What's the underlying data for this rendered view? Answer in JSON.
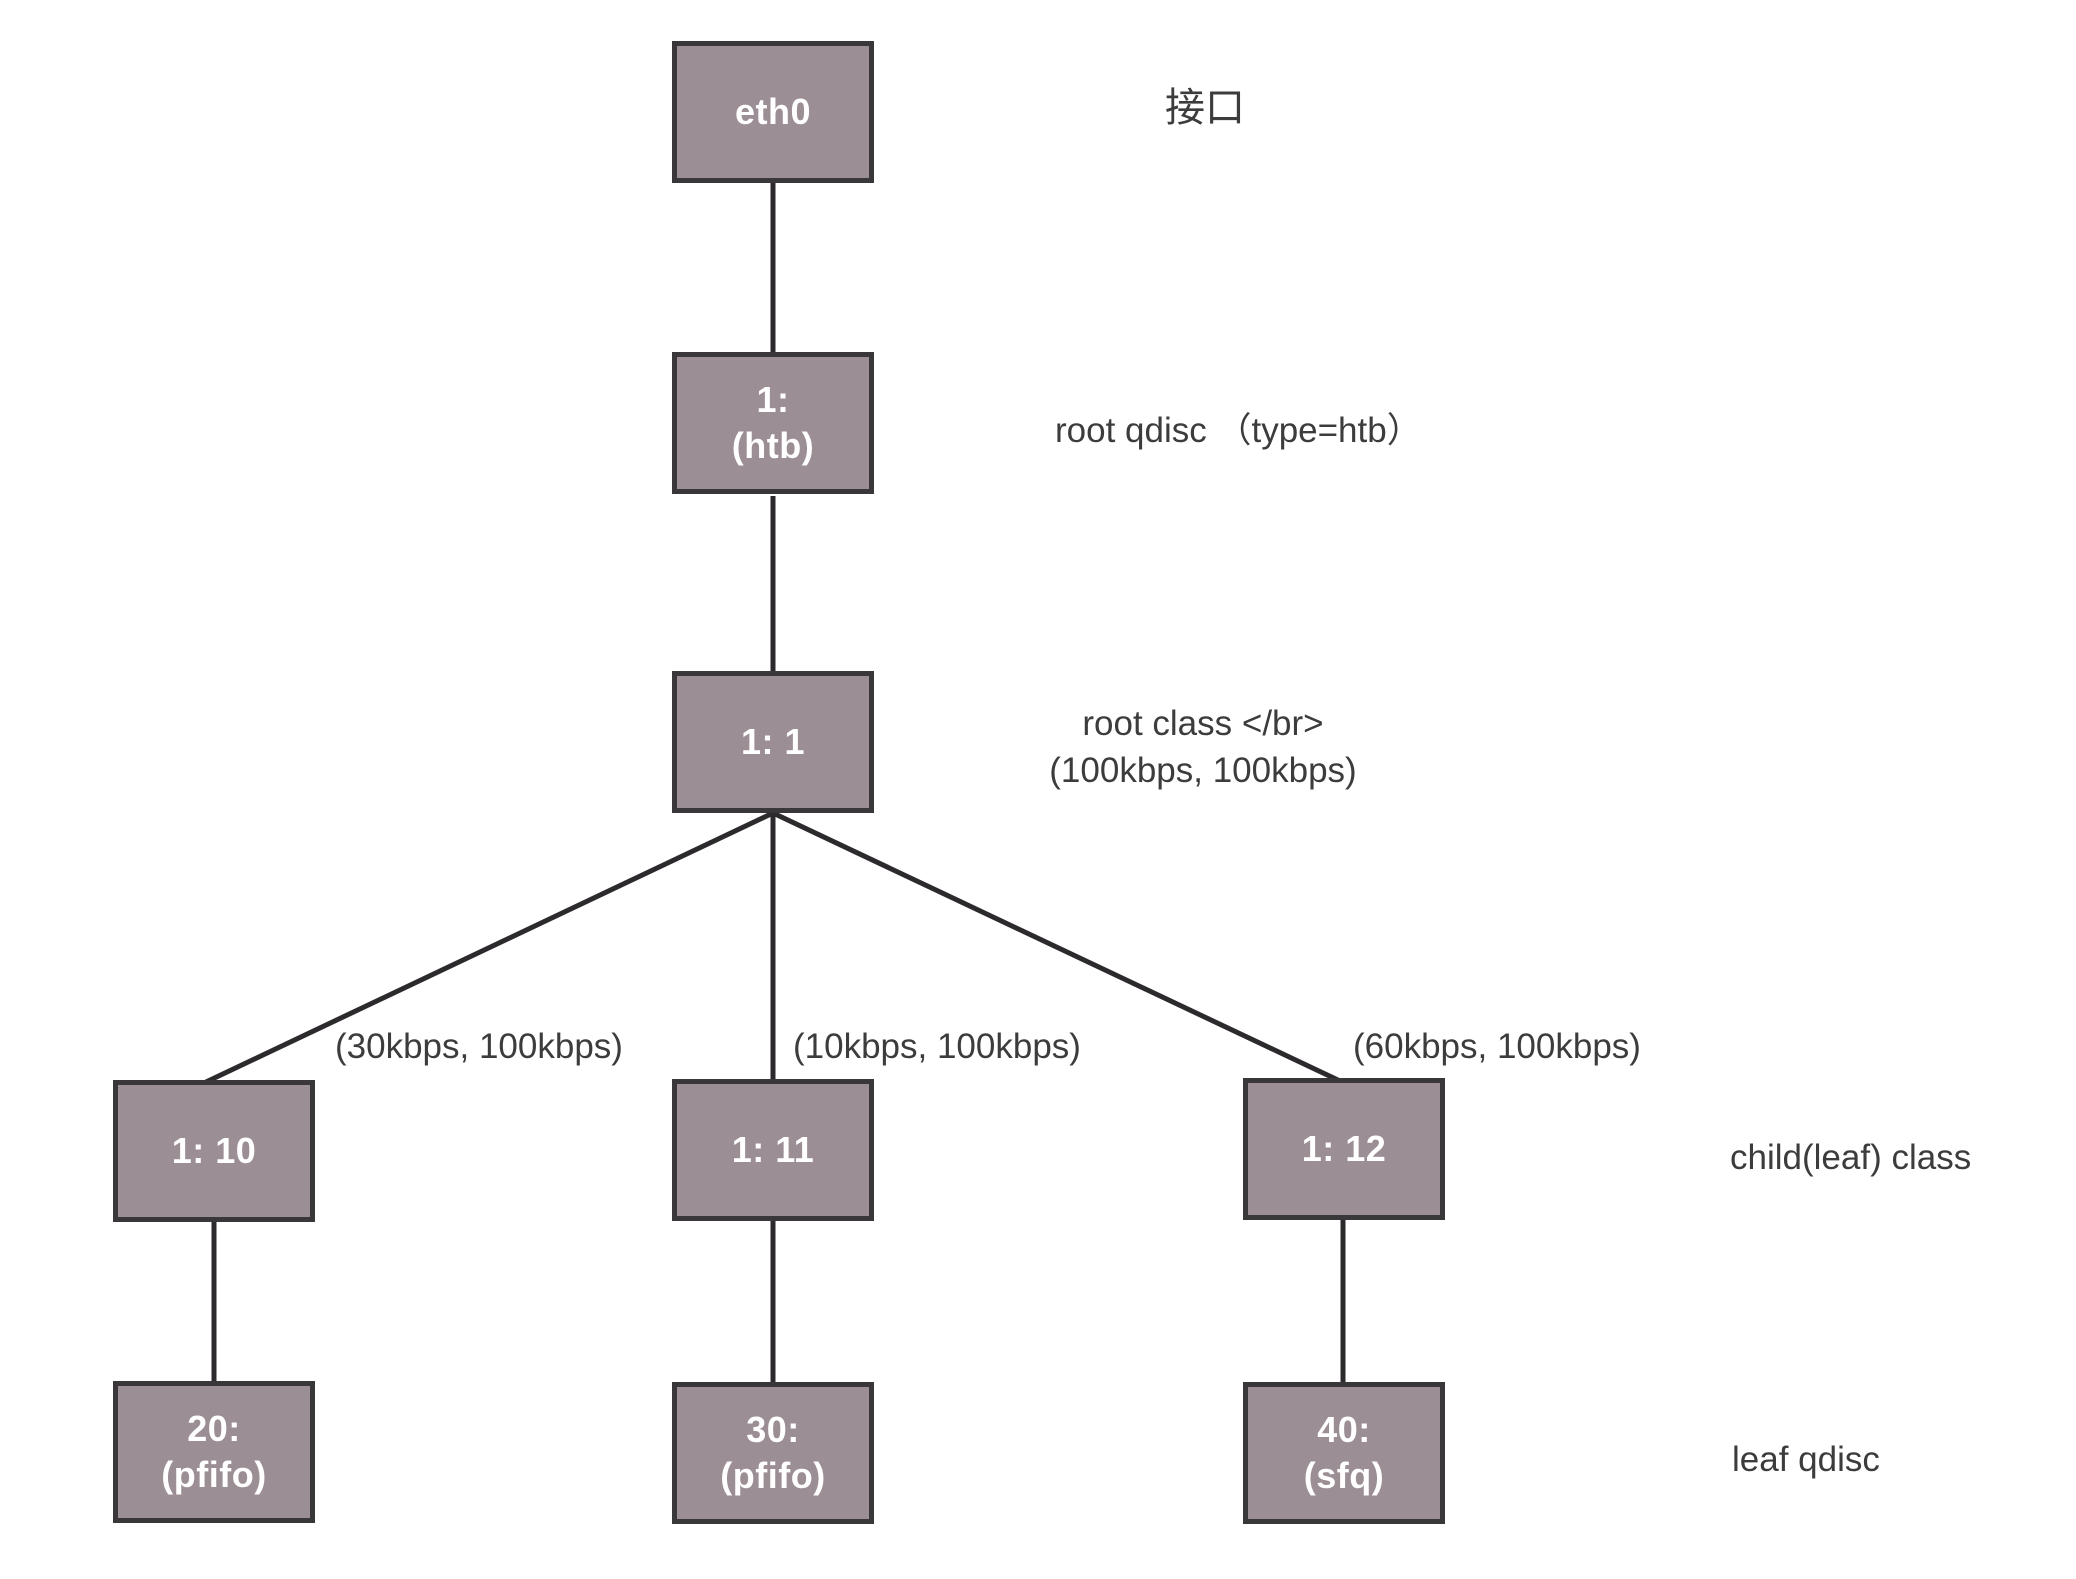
{
  "nodes": {
    "eth0": {
      "lines": [
        "eth0"
      ]
    },
    "root_qdisc": {
      "lines": [
        "1:",
        "(htb)"
      ]
    },
    "root_class": {
      "lines": [
        "1: 1"
      ]
    },
    "class_10": {
      "lines": [
        "1: 10"
      ]
    },
    "class_11": {
      "lines": [
        "1: 11"
      ]
    },
    "class_12": {
      "lines": [
        "1: 12"
      ]
    },
    "qdisc_20": {
      "lines": [
        "20:",
        "(pfifo)"
      ]
    },
    "qdisc_30": {
      "lines": [
        "30:",
        "(pfifo)"
      ]
    },
    "qdisc_40": {
      "lines": [
        "40:",
        "(sfq)"
      ]
    }
  },
  "annotations": {
    "interface": "接口",
    "root_qdisc": "root qdisc （type=htb）",
    "root_class_line1": "root class </br>",
    "root_class_line2": "(100kbps, 100kbps)",
    "child_class": "child(leaf) class",
    "leaf_qdisc": "leaf qdisc"
  },
  "edge_labels": {
    "to_class_10": "(30kbps, 100kbps)",
    "to_class_11": "(10kbps, 100kbps)",
    "to_class_12": "(60kbps, 100kbps)"
  },
  "colors": {
    "background": "#ffffff",
    "node_fill": "#9c8e95",
    "node_border": "#3a373a",
    "connector": "#2d2a2d",
    "label_text": "#3c3c3c",
    "node_text": "#ffffff"
  }
}
